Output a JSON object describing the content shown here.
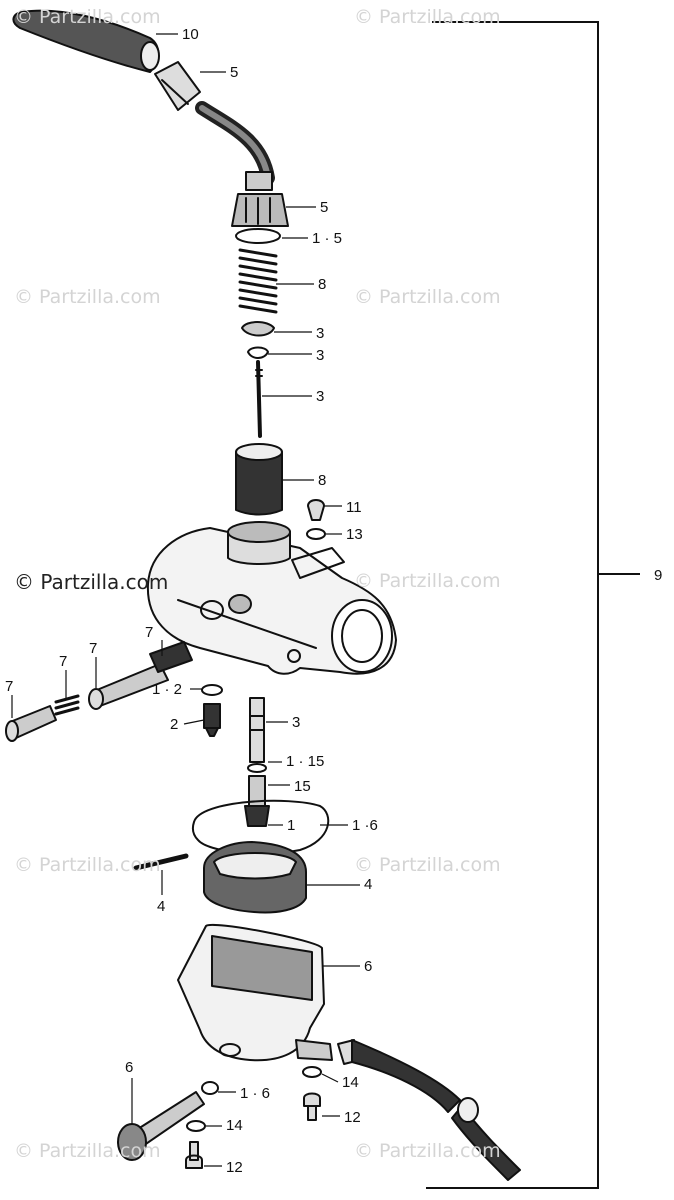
{
  "watermark": {
    "text": "© Partzilla.com",
    "dark_text": "© Partzilla.com"
  },
  "callouts": [
    "10",
    "5",
    "5",
    "1 · 5",
    "8",
    "3",
    "3",
    "3",
    "8",
    "11",
    "13",
    "9",
    "7",
    "7",
    "7",
    "7",
    "1 · 2",
    "2",
    "3",
    "1 · 15",
    "15",
    "1",
    "1 ·6",
    "4",
    "4",
    "6",
    "6",
    "1 · 6",
    "14",
    "14",
    "12",
    "12"
  ],
  "colors": {
    "ink": "#111111",
    "watermark": "#d4d4d4",
    "background": "#ffffff"
  }
}
